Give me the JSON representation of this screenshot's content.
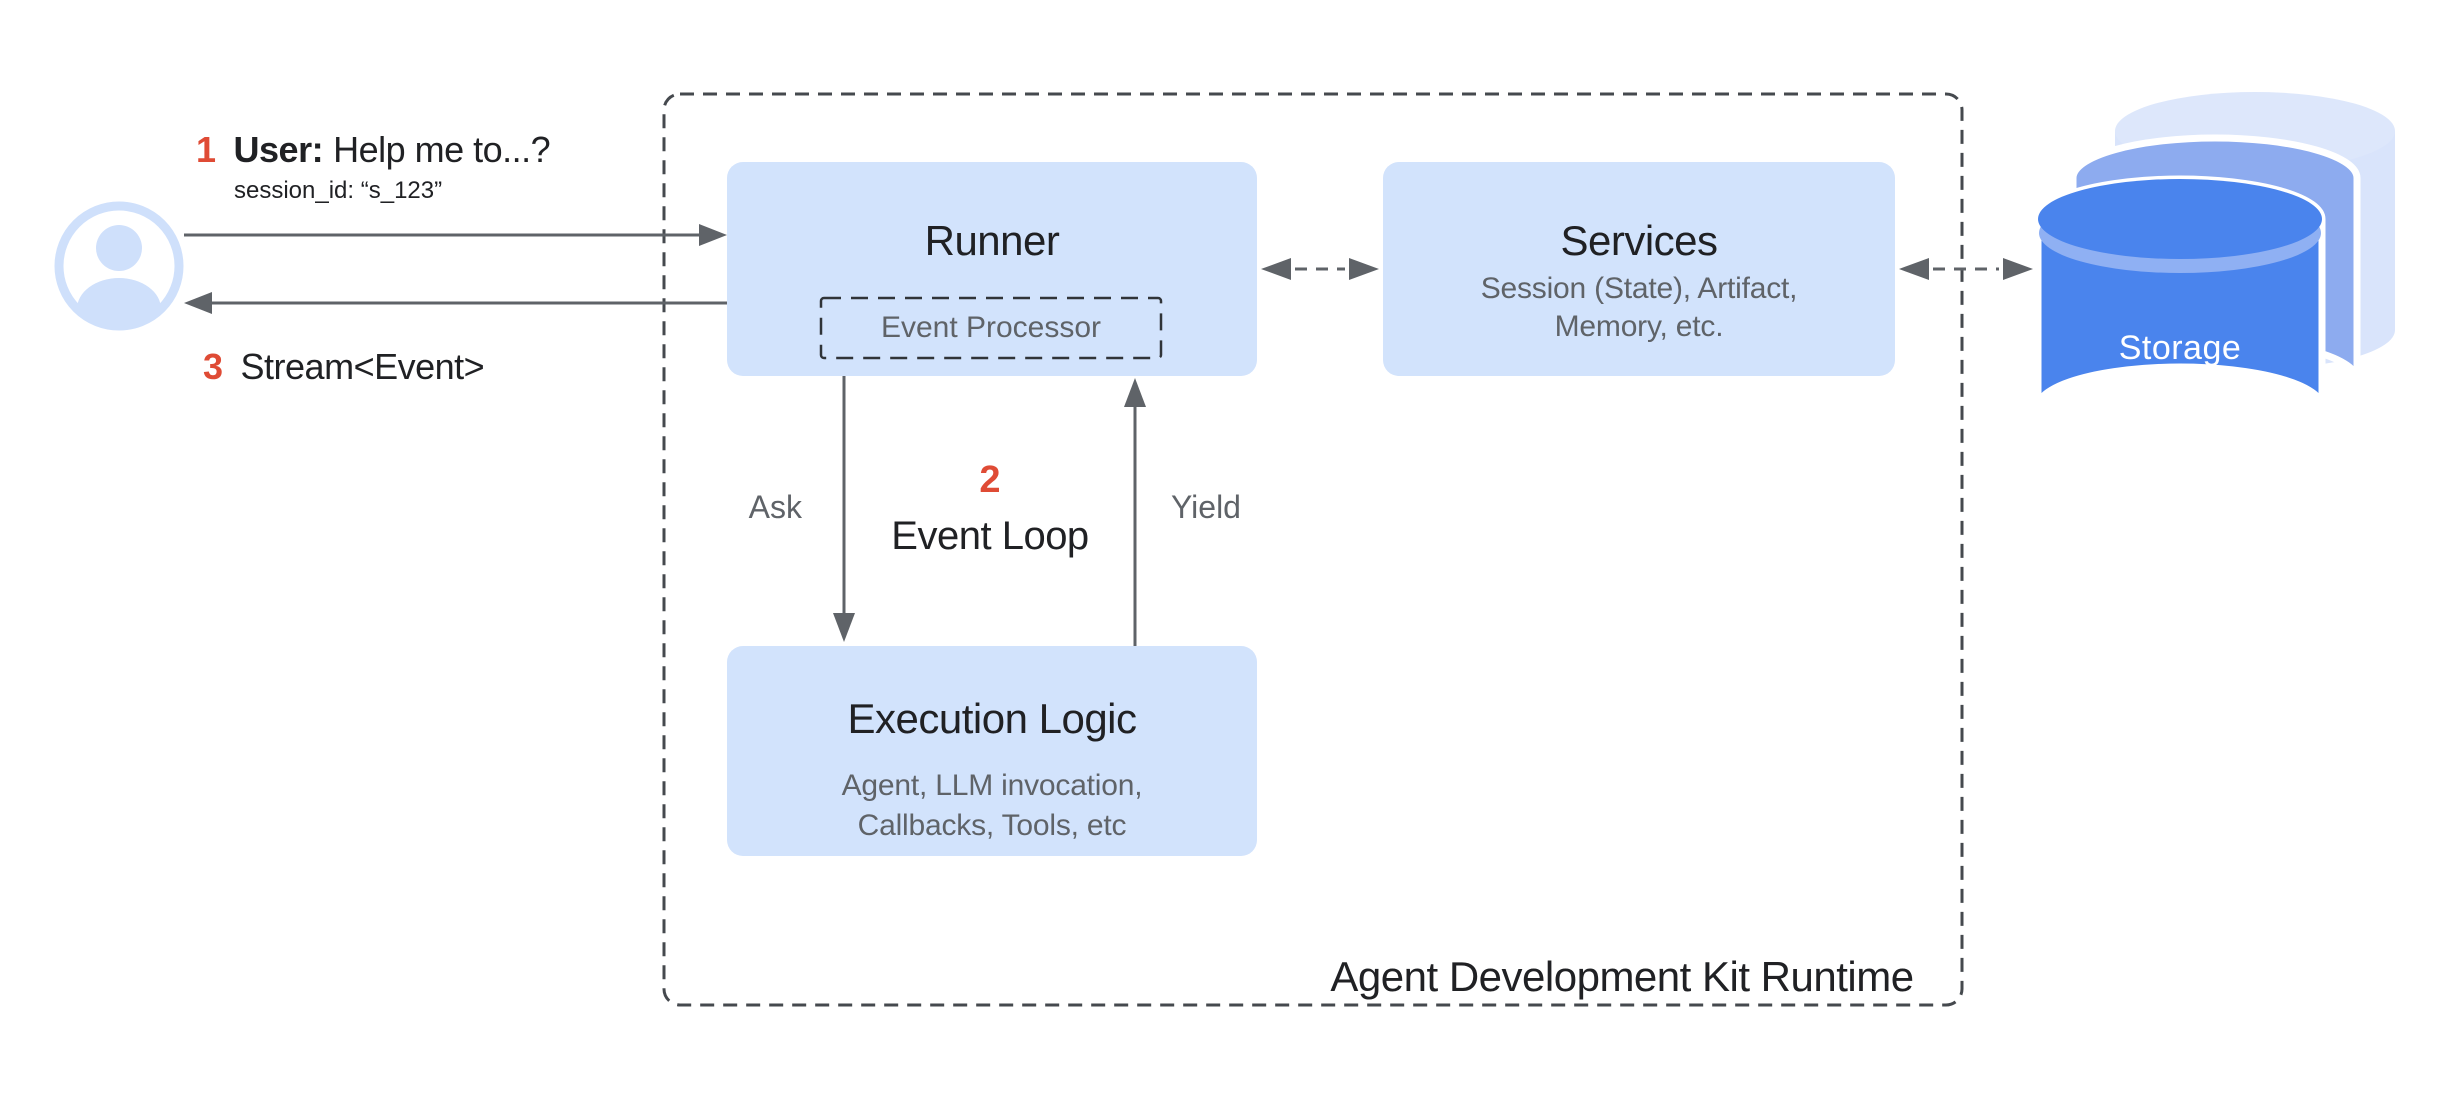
{
  "palette": {
    "box_fill": "#d2e3fc",
    "text_dark": "#202124",
    "text_gray": "#5f6368",
    "accent_red": "#df4b35",
    "arrow_gray": "#5f6368",
    "storage_front": "#4a84ed",
    "storage_middle": "#8dabef",
    "storage_back": "#d9e4fb",
    "avatar_blue": "#cfe0fb"
  },
  "user_flow": {
    "step1": {
      "number": "1",
      "label_bold": "User:",
      "label_rest": "Help me to...?",
      "session_id": "session_id: “s_123”"
    },
    "step3": {
      "number": "3",
      "label": "Stream<Event>"
    }
  },
  "event_loop": {
    "number": "2",
    "label": "Event Loop",
    "ask_label": "Ask",
    "yield_label": "Yield"
  },
  "runtime": {
    "container_label": "Agent Development Kit Runtime",
    "runner": {
      "title": "Runner",
      "event_processor_label": "Event Processor"
    },
    "services": {
      "title": "Services",
      "subtitle_line1": "Session (State), Artifact,",
      "subtitle_line2": "Memory, etc."
    },
    "execution_logic": {
      "title": "Execution Logic",
      "subtitle_line1": "Agent, LLM invocation,",
      "subtitle_line2": "Callbacks, Tools, etc"
    }
  },
  "storage": {
    "label": "Storage"
  }
}
